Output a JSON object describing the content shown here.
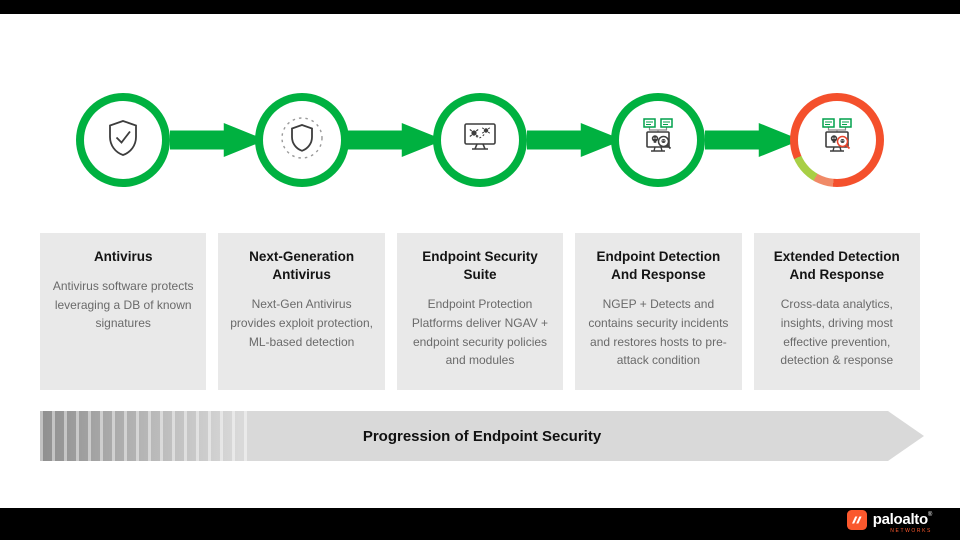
{
  "slide": {
    "banner_label": "Progression of Endpoint Security"
  },
  "stages": [
    {
      "title": "Antivirus",
      "description": "Antivirus software protects leveraging a DB of known signatures",
      "icon": "shield-check-icon",
      "ring_color": "#00b140"
    },
    {
      "title": "Next-Generation Antivirus",
      "description": "Next-Gen Antivirus provides exploit protection, ML-based detection",
      "icon": "shield-scan-icon",
      "ring_color": "#00b140"
    },
    {
      "title": "Endpoint Security Suite",
      "description": "Endpoint Protection Platforms deliver NGAV + endpoint security policies and modules",
      "icon": "monitor-malware-icon",
      "ring_color": "#00b140"
    },
    {
      "title": "Endpoint Detection And Response",
      "description": "NGEP + Detects and contains security incidents and restores hosts to pre-attack condition",
      "icon": "network-threat-hunt-icon",
      "ring_color": "#00b140"
    },
    {
      "title": "Extended Detection And Response",
      "description": "Cross-data analytics, insights, driving most effective prevention, detection & response",
      "icon": "extended-threat-hunt-icon",
      "ring_color": "#f4502c"
    }
  ],
  "footer": {
    "brand": "paloalto",
    "registered": "®",
    "sub_brand": "NETWORKS"
  },
  "colors": {
    "green": "#00b140",
    "orange": "#fa582d",
    "card_bg": "#e9e9e9",
    "banner_bg": "#d9d9d9",
    "bar": "#000000"
  }
}
